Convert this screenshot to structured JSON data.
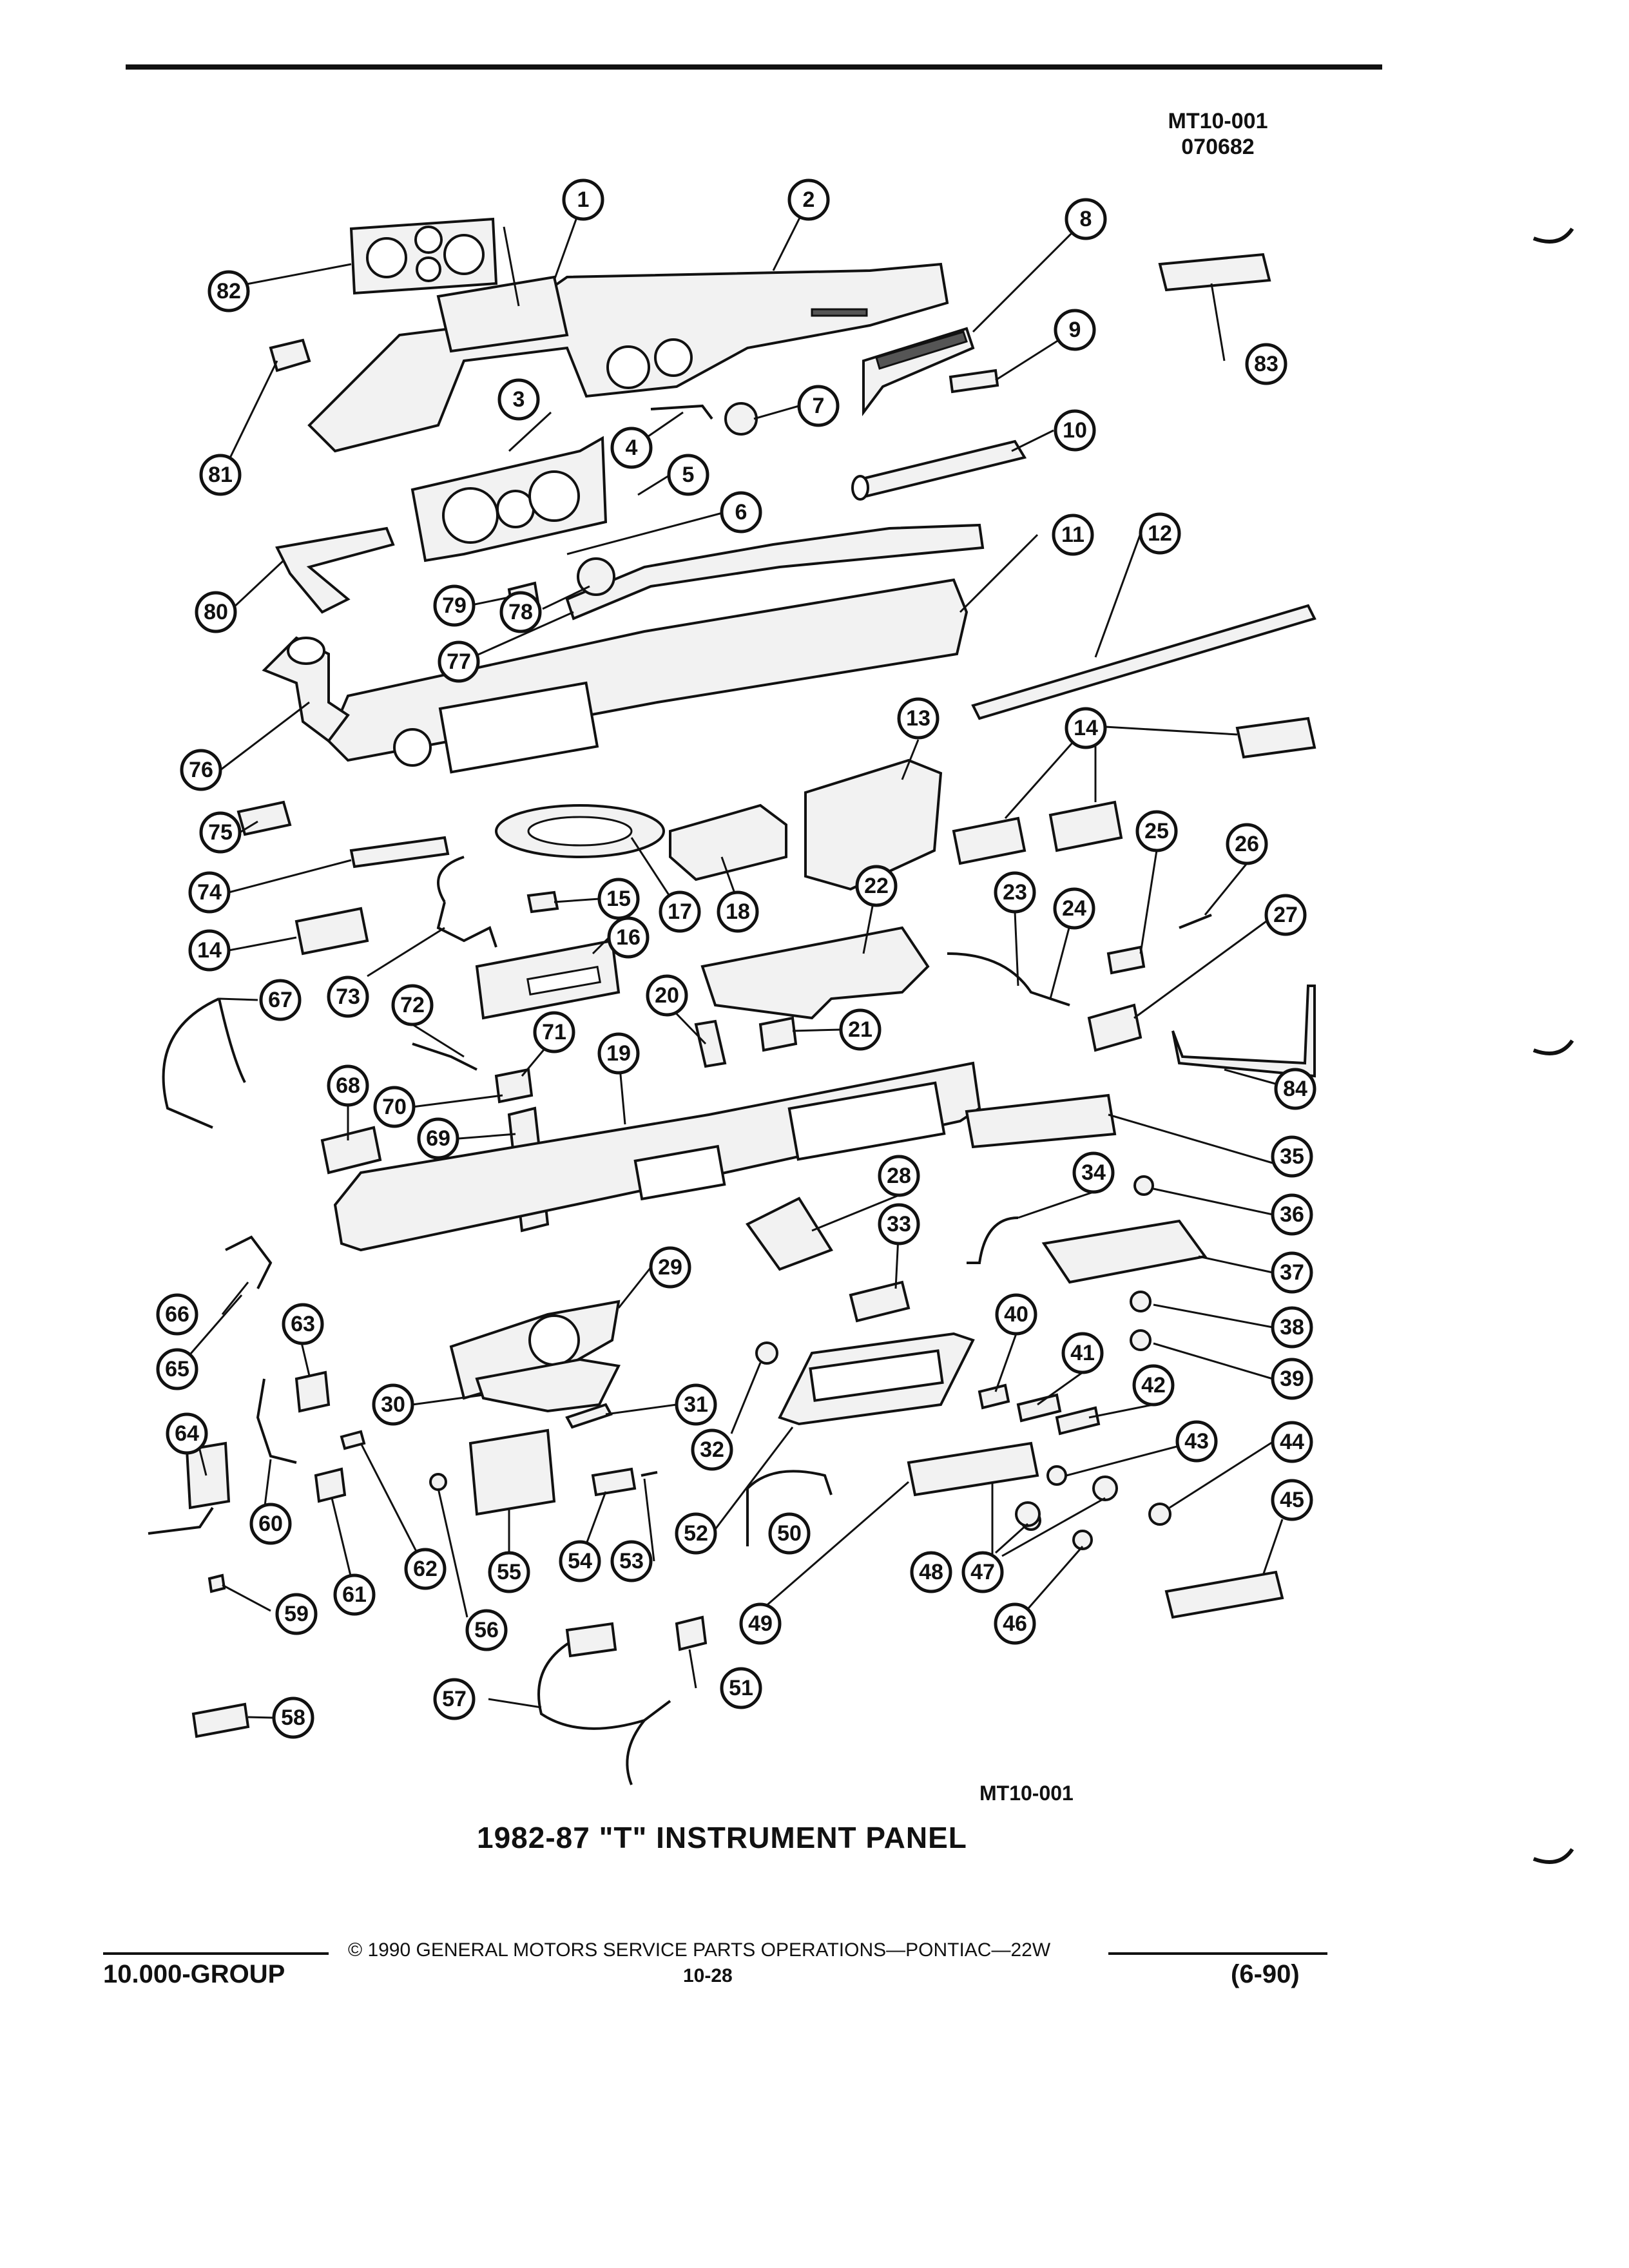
{
  "header": {
    "fig_code": "MT10-001",
    "fig_number": "070682"
  },
  "diagram": {
    "figure_code_bottom": "MT10-001",
    "caption": "1982-87 \"T\" INSTRUMENT PANEL",
    "callouts": [
      "1",
      "2",
      "3",
      "4",
      "5",
      "6",
      "7",
      "8",
      "9",
      "10",
      "11",
      "12",
      "13",
      "14",
      "14",
      "14",
      "15",
      "16",
      "17",
      "18",
      "19",
      "20",
      "21",
      "22",
      "23",
      "24",
      "25",
      "26",
      "27",
      "28",
      "29",
      "30",
      "31",
      "32",
      "33",
      "34",
      "35",
      "36",
      "37",
      "38",
      "39",
      "40",
      "41",
      "42",
      "43",
      "44",
      "45",
      "46",
      "47",
      "48",
      "49",
      "50",
      "51",
      "52",
      "53",
      "54",
      "55",
      "56",
      "57",
      "58",
      "59",
      "60",
      "61",
      "62",
      "63",
      "64",
      "65",
      "66",
      "67",
      "68",
      "69",
      "70",
      "71",
      "72",
      "73",
      "74",
      "75",
      "76",
      "77",
      "78",
      "79",
      "80",
      "81",
      "82",
      "83",
      "84"
    ]
  },
  "footer": {
    "group": "10.000-GROUP",
    "copyright": "© 1990 GENERAL MOTORS SERVICE PARTS OPERATIONS—PONTIAC—22W",
    "page": "10-28",
    "date": "(6-90)"
  }
}
